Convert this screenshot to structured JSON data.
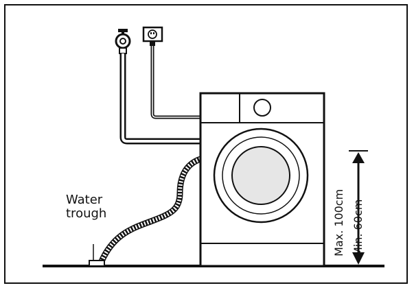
{
  "labels": {
    "water_trough_line1": "Water",
    "water_trough_line2": "trough",
    "max_height": "Max. 100cm",
    "min_height": "Min. 60cm"
  },
  "colors": {
    "line": "#111111",
    "drum_fill": "#e6e6e6",
    "background": "#ffffff"
  },
  "icons": [
    "water-tap-icon",
    "power-socket-icon"
  ]
}
